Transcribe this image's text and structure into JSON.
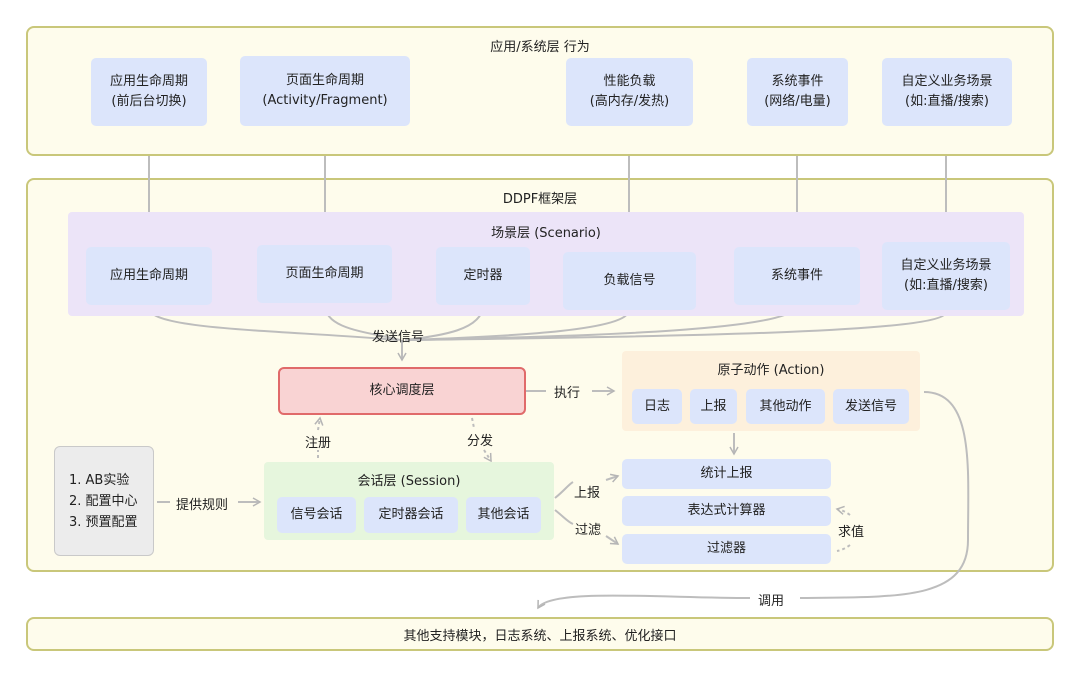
{
  "app_layer": {
    "title": "应用/系统层 行为",
    "items": [
      "应用生命周期\n(前后台切换)",
      "页面生命周期\n(Activity/Fragment)",
      "性能负载\n(高内存/发热)",
      "系统事件\n(网络/电量)",
      "自定义业务场景\n(如:直播/搜索)"
    ]
  },
  "framework": {
    "title": "DDPF框架层",
    "scenario": {
      "title": "场景层 (Scenario)",
      "items": [
        "应用生命周期",
        "页面生命周期",
        "定时器",
        "负载信号",
        "系统事件",
        "自定义业务场景\n(如:直播/搜索)"
      ]
    },
    "send_signal_label": "发送信号",
    "core": "核心调度层",
    "execute_label": "执行",
    "action": {
      "title": "原子动作 (Action)",
      "items": [
        "日志",
        "上报",
        "其他动作",
        "发送信号"
      ]
    },
    "register_label": "注册",
    "dispatch_label": "分发",
    "rules": "1. AB实验\n2. 配置中心\n3. 预置配置",
    "provide_rules_label": "提供规则",
    "session": {
      "title": "会话层 (Session)",
      "items": [
        "信号会话",
        "定时器会话",
        "其他会话"
      ]
    },
    "report_label": "上报",
    "filter_label": "过滤",
    "stats_report": "统计上报",
    "expression_calc": "表达式计算器",
    "filter": "过滤器",
    "evaluate_label": "求值"
  },
  "call_label": "调用",
  "bottom_bar": "其他支持模块，日志系统、上报系统、优化接口",
  "colors": {
    "layer_border": "#c9c77a",
    "layer_fill": "#fefcec",
    "box_blue": "#dce5fb",
    "scenario_fill": "#ece4f8",
    "core_fill": "#f9d3d3",
    "core_border": "#e06a6a",
    "action_fill": "#fdf0dc",
    "session_fill": "#e6f6dd",
    "rules_fill": "#ececec",
    "arrow": "#bbbbbb"
  }
}
